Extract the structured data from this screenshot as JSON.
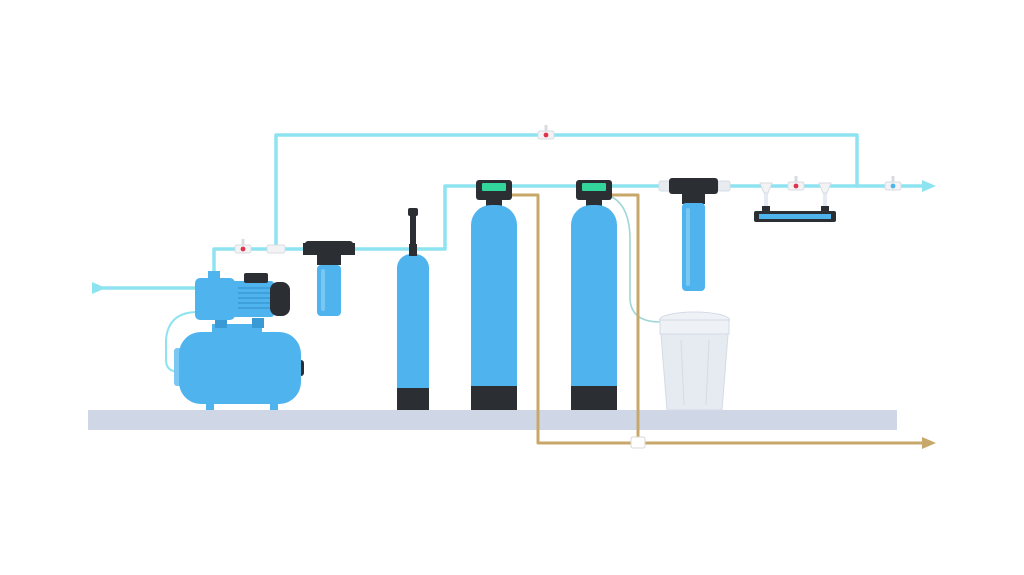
{
  "diagram": {
    "kind": "water treatment system illustration",
    "components": [
      {
        "id": "pump-station",
        "icon": "water-pump-icon"
      },
      {
        "id": "pressure-tank",
        "icon": "pressure-tank-icon"
      },
      {
        "id": "mechanical-filter",
        "icon": "cartridge-filter-icon"
      },
      {
        "id": "aeration-column",
        "icon": "aeration-column-icon"
      },
      {
        "id": "softener-tank-1",
        "icon": "filter-column-icon"
      },
      {
        "id": "softener-tank-2",
        "icon": "filter-column-icon"
      },
      {
        "id": "brine-tank",
        "icon": "brine-tank-icon"
      },
      {
        "id": "fine-filter",
        "icon": "cartridge-filter-icon"
      },
      {
        "id": "uv-lamp",
        "icon": "uv-sterilizer-icon"
      }
    ],
    "colors": {
      "water_pipe": "#8ee3f0",
      "drain_pipe": "#c8a86a",
      "equipment_blue": "#4fb3ee",
      "equipment_dark": "#2b2e33",
      "controller_screen": "#32d69a",
      "valve_red": "#e0344d",
      "floor": "#cfd7e6",
      "brine_tank": "#e6ebf2"
    }
  }
}
